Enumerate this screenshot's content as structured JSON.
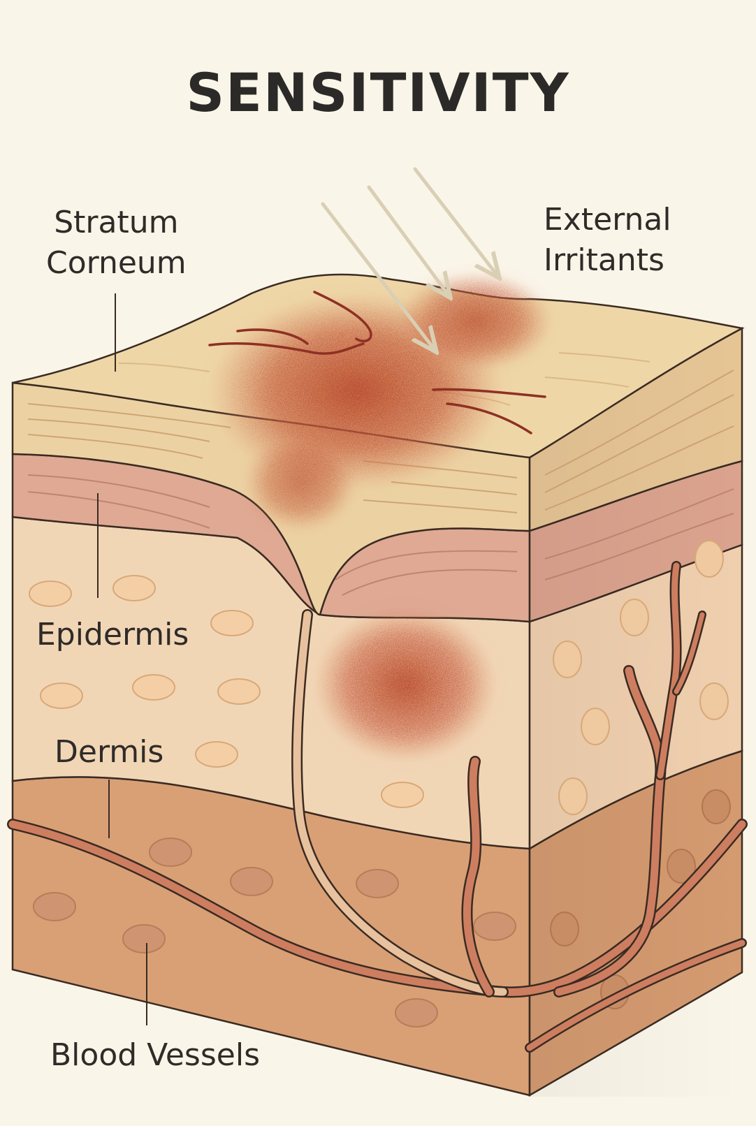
{
  "title": "SENSITIVITY",
  "labels": {
    "stratum_corneum": [
      "Stratum",
      "Corneum"
    ],
    "external_irritants": [
      "External",
      "Irritants"
    ],
    "epidermis": "Epidermis",
    "dermis": "Dermis",
    "blood_vessels": "Blood Vessels"
  },
  "colors": {
    "background": "#faf5e9",
    "stratum_top": "#ecd2a3",
    "epidermis_band": "#dfa993",
    "dermis": "#f1d6b6",
    "subcutis": "#d9a076",
    "vessel": "#c9785c",
    "redness": "#b8492c",
    "arrow": "#d9cfb4",
    "outline": "#3a2b22"
  }
}
